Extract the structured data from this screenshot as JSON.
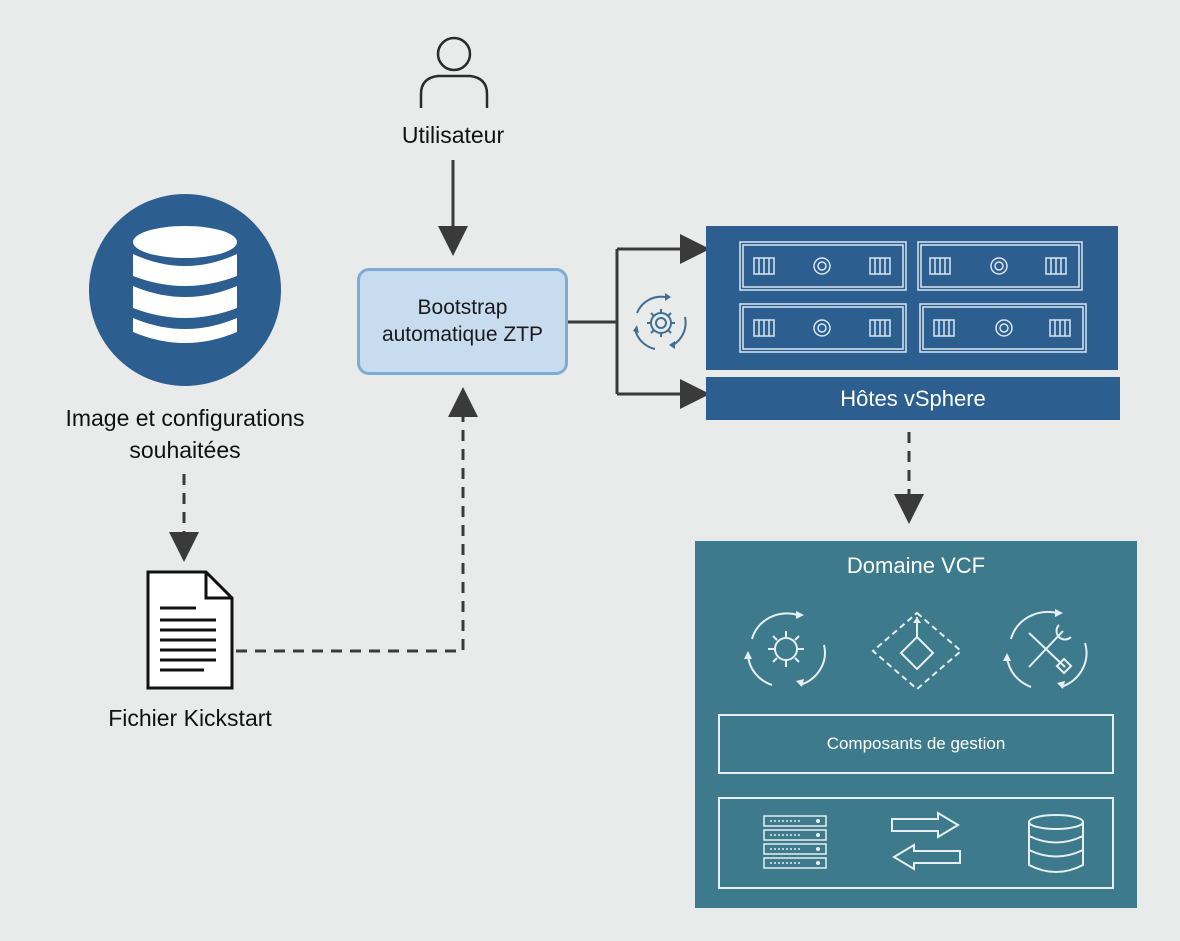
{
  "user": {
    "label": "Utilisateur",
    "icon": "user-icon"
  },
  "database": {
    "label_line1": "Image et configurations",
    "label_line2": "souhaitées",
    "icon": "database-icon",
    "color": "#2c5f8f"
  },
  "kickstart": {
    "label": "Fichier Kickstart",
    "icon": "document-icon"
  },
  "bootstrap": {
    "line1": "Bootstrap",
    "line2": "automatique ZTP",
    "fill": "#c7dcee",
    "border": "#7eacd3"
  },
  "hosts": {
    "label": "Hôtes vSphere",
    "color": "#2c5f8f"
  },
  "domain": {
    "title": "Domaine VCF",
    "components_label": "Composants de gestion",
    "color": "#3d7a8c",
    "icons": [
      "lifecycle-gear-icon",
      "network-diamond-icon",
      "tools-icon",
      "server-rack-icon",
      "sync-arrows-icon",
      "storage-icon"
    ]
  }
}
